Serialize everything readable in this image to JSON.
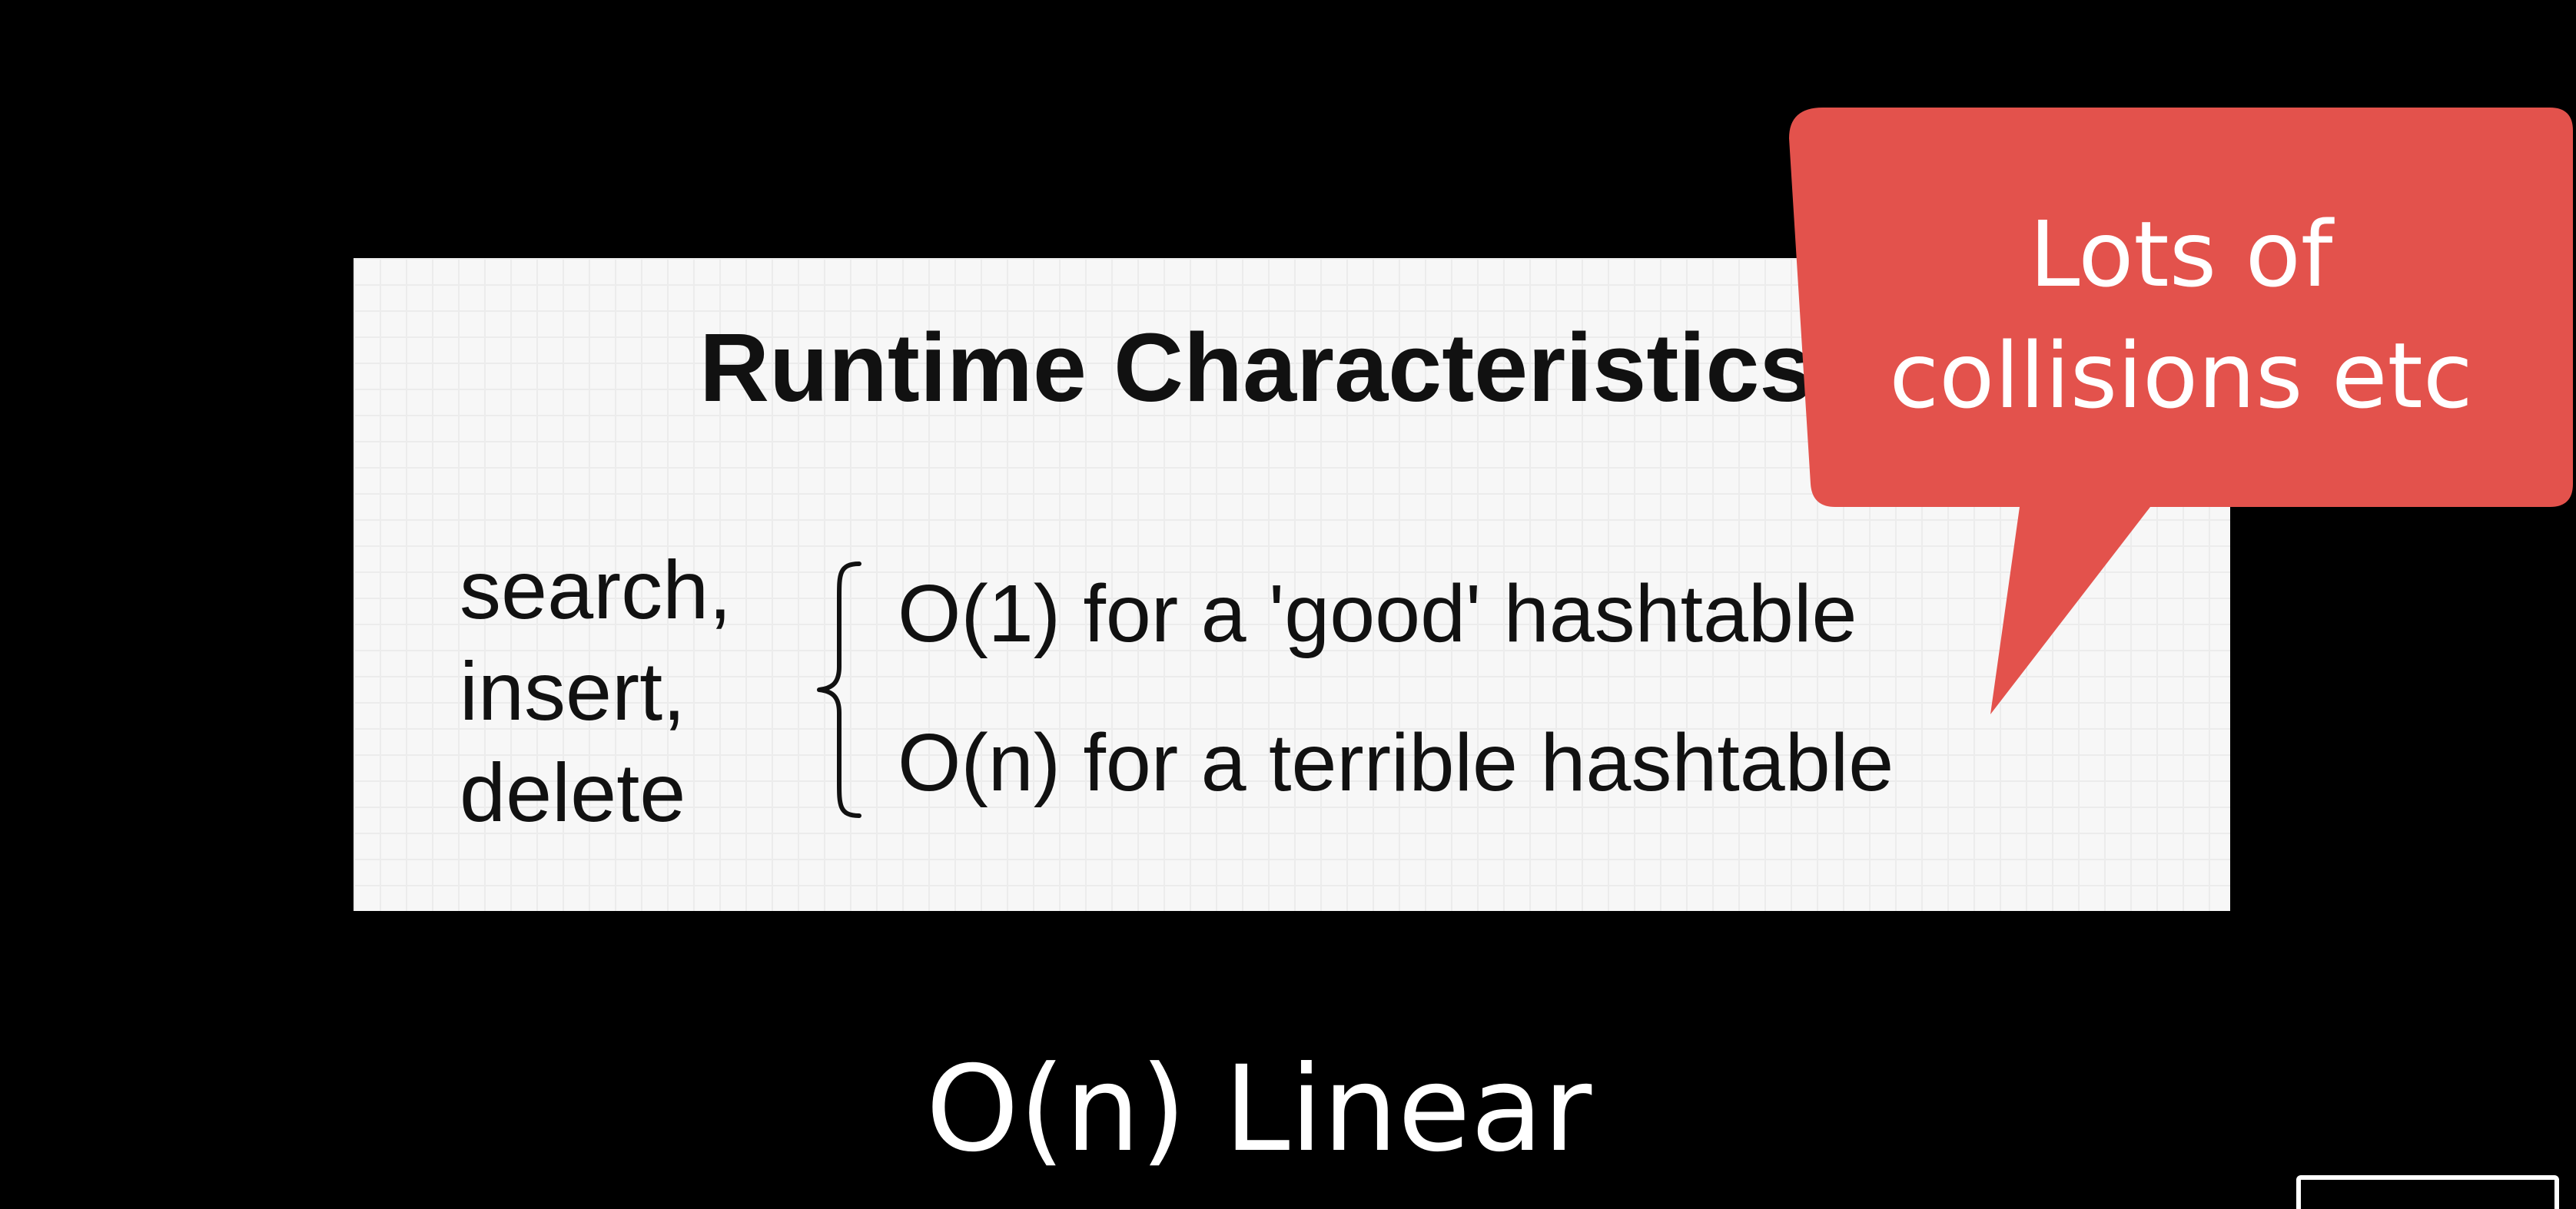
{
  "slide": {
    "title": "Runtime Characteristics",
    "operations": [
      "search,",
      "insert,",
      "delete"
    ],
    "cases": {
      "good": "O(1) for a 'good' hashtable",
      "bad": "O(n) for a terrible hashtable"
    }
  },
  "callout": {
    "lines": [
      "Lots of",
      "collisions etc"
    ],
    "color": "#e3524c"
  },
  "caption": {
    "text": "O(n) Linear"
  }
}
